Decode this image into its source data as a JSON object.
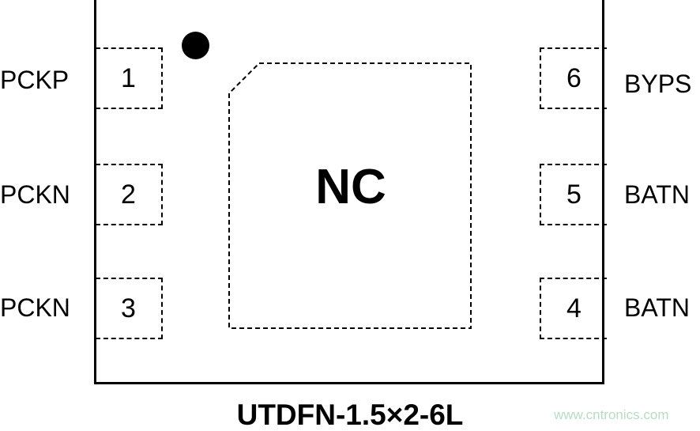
{
  "pins": {
    "left": [
      {
        "number": "1",
        "name": "PCKP"
      },
      {
        "number": "2",
        "name": "PCKN"
      },
      {
        "number": "3",
        "name": "PCKN"
      }
    ],
    "right": [
      {
        "number": "6",
        "name": "BYPS"
      },
      {
        "number": "5",
        "name": "BATN"
      },
      {
        "number": "4",
        "name": "BATN"
      }
    ]
  },
  "center_pad_label": "NC",
  "package_name": "UTDFN-1.5×2-6L",
  "watermark": "www.cntronics.com"
}
